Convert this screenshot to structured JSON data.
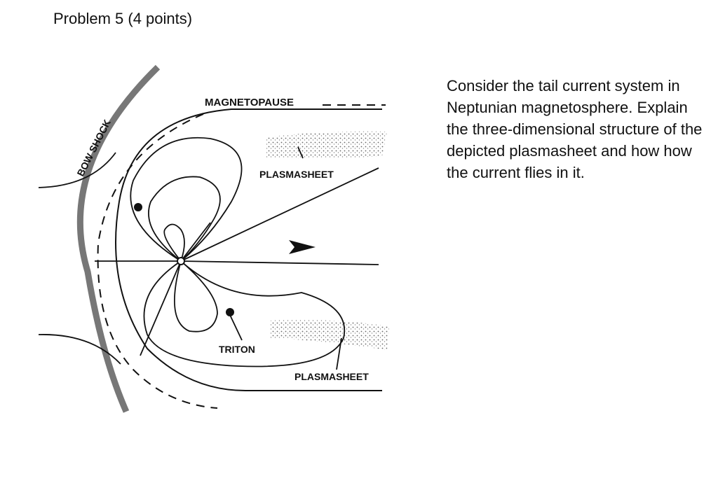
{
  "page": {
    "title": "Problem 5 (4 points)",
    "question": "Consider the tail current system in Neptunian magnetosphere. Explain the three-dimensional structure of the depicted plasmasheet and how how the current flies in it."
  },
  "diagram": {
    "labels": {
      "bow_shock": "BOW SHOCK",
      "magnetopause": "MAGNETOPAUSE",
      "plasmasheet_upper": "PLASMASHEET",
      "plasmasheet_lower": "PLASMASHEET",
      "triton": "TRITON"
    }
  }
}
